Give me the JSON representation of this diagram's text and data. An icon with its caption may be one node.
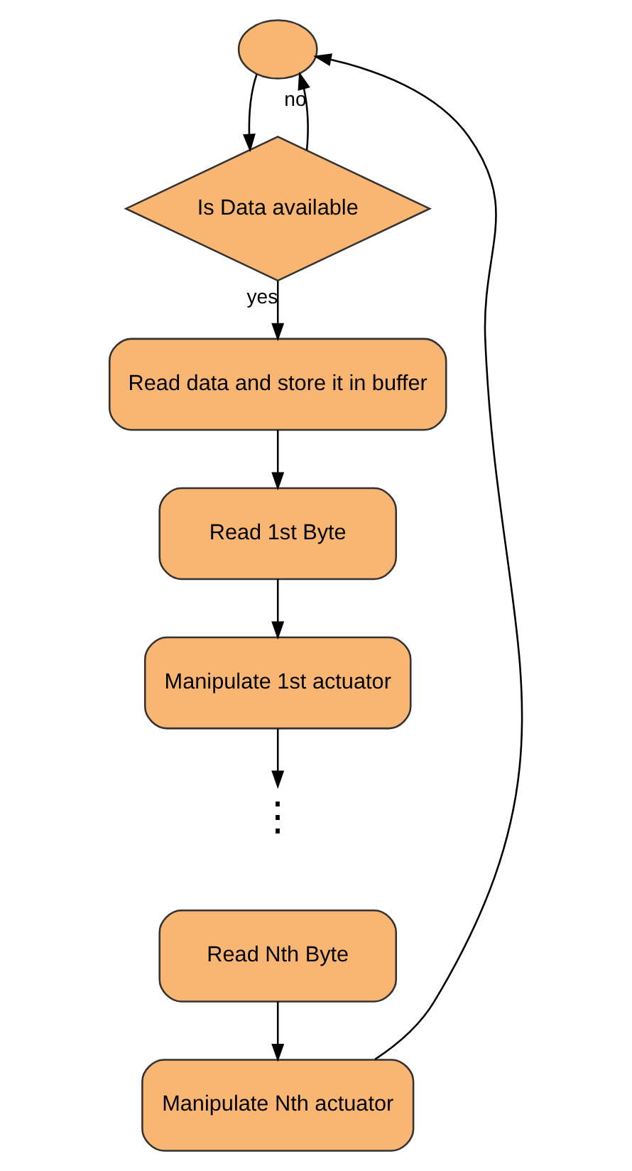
{
  "diagram": {
    "nodes": [
      {
        "text": [],
        "shape": "circle"
      },
      {
        "text": [
          "Is Data available"
        ]
      },
      {
        "text": [
          "Read data and store it in buffer"
        ]
      },
      {
        "text": [
          "Read 1st Byte"
        ]
      },
      {
        "text": [
          "Manipulate 1st actuator"
        ]
      },
      {
        "text": [
          "⋮"
        ]
      },
      {
        "text": [
          "Read Nth Byte"
        ]
      },
      {
        "text": [
          "Manipulate Nth actuator"
        ]
      }
    ],
    "edges": [
      {
        "from": 0,
        "to": 1,
        "arrow": "to"
      },
      {
        "from": 1,
        "to": 2,
        "arrow": "to",
        "label": "yes"
      },
      {
        "from": 1,
        "to": 0,
        "arrow": "to",
        "label": "no"
      },
      {
        "from": 2,
        "to": 3,
        "arrow": "to"
      },
      {
        "from": 3,
        "to": 4,
        "arrow": "to"
      },
      {
        "from": 4,
        "to": 5,
        "arrow": "to"
      },
      {
        "from": 6,
        "to": 7,
        "arrow": "to"
      },
      {
        "from": 7,
        "to": 0,
        "arrow": "to"
      }
    ]
  }
}
